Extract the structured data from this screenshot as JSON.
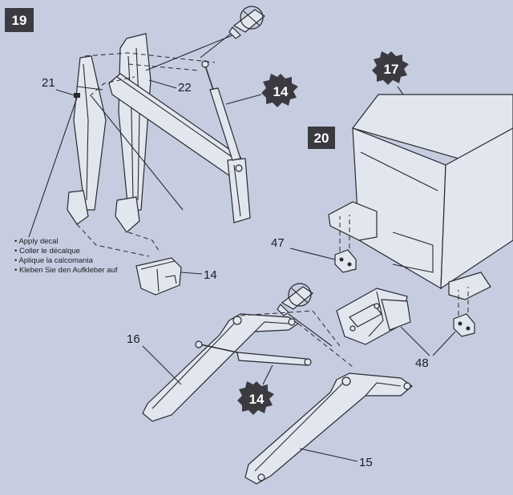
{
  "steps": {
    "step19": "19",
    "step20": "20"
  },
  "refs": {
    "ref14_top": "14",
    "ref17": "17",
    "ref14_bottom": "14"
  },
  "labels": {
    "p21": "21",
    "p22": "22",
    "p14_bucket": "14",
    "p47": "47",
    "p48": "48",
    "p16": "16",
    "p15": "15"
  },
  "decal_note": [
    "• Apply  decal",
    "• Coller le décalque",
    "• Aplique la calcomania",
    "• Kleben Sie den Aufkleber auf"
  ],
  "colors": {
    "background": "#c6cde0",
    "ink": "#2a2a30",
    "badge": "#3a3a40"
  },
  "icons": [
    "glue-tube-icon",
    "reference-star-badge-icon"
  ]
}
